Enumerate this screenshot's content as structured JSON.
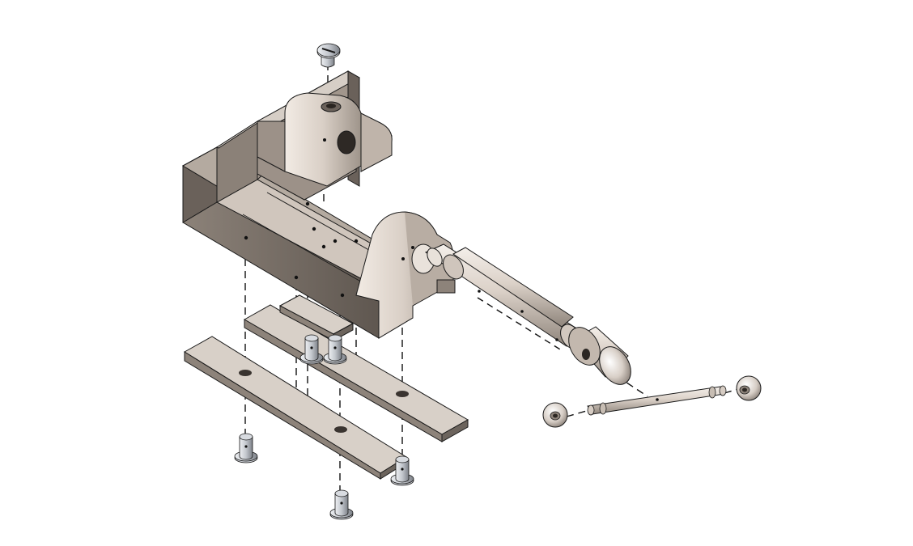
{
  "diagram": {
    "kind": "exploded-assembly",
    "background": "#ffffff",
    "colors": {
      "body_light": "#c9bfb6",
      "body_mid": "#a89d93",
      "body_dark": "#7a7068",
      "body_shadow": "#5e554e",
      "steel_light": "#e6e8ec",
      "steel_mid": "#b9bcc2",
      "steel_dark": "#7f838a",
      "edge": "#1a1a1a",
      "centerline": "#111111"
    },
    "parts": [
      "base-frame",
      "top-bearing-block",
      "front-bearing-block",
      "lead-screw",
      "top-guide-bar",
      "bottom-guide-bar",
      "set-screw",
      "dowel-pin",
      "handle-rod",
      "handle-knob"
    ]
  }
}
